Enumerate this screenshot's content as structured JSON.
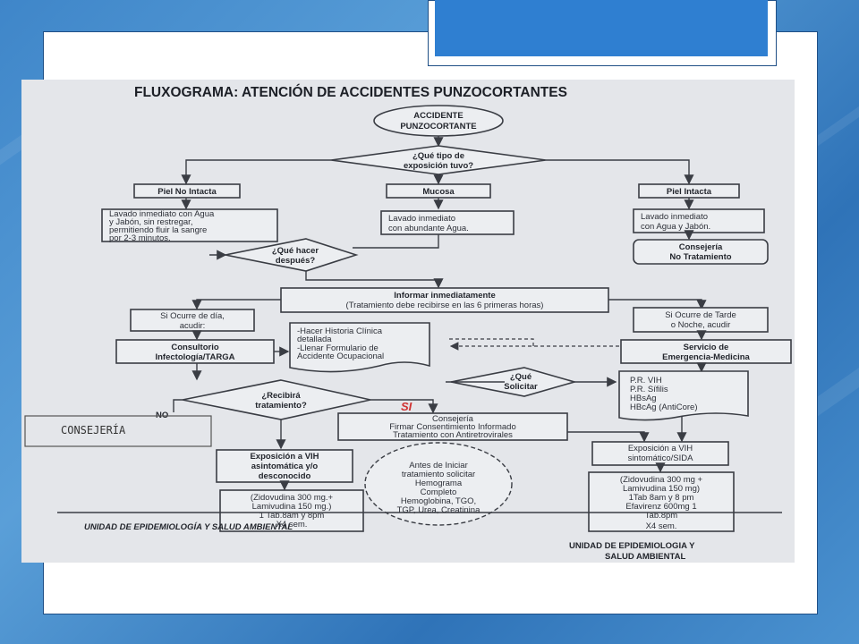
{
  "diagram": {
    "title": "FLUXOGRAMA: ATENCIÓN DE ACCIDENTES PUNZOCORTANTES",
    "start": [
      "ACCIDENTE",
      "PUNZOCORTANTE"
    ],
    "q_exposure": [
      "¿Qué tipo de",
      "exposición tuvo?"
    ],
    "branch_left": "Piel No Intacta",
    "branch_mid": "Mucosa",
    "branch_right": "Piel Intacta",
    "wash_left": [
      "Lavado inmediato con Agua",
      "y Jabón, sin restregar,",
      "permitiendo fluir la sangre",
      "por 2-3 minutos."
    ],
    "wash_mid": [
      "Lavado inmediato",
      "con abundante Agua."
    ],
    "wash_right": [
      "Lavado inmediato",
      "con Agua y Jabón."
    ],
    "counsel_no_treatment": [
      "Consejería",
      "No Tratamiento"
    ],
    "q_next": [
      "¿Qué hacer",
      "después?"
    ],
    "inform": [
      "Informar inmediatamente",
      "(Tratamiento debe recibirse en las 6 primeras horas)"
    ],
    "day": [
      "Si Ocurre de día,",
      "acudir:"
    ],
    "evening": [
      "Si Ocurre de Tarde",
      "o Noche, acudir"
    ],
    "consult": [
      "Consultorio",
      "Infectología/TARGA"
    ],
    "emergency": [
      "Servicio de",
      "Emergencia-Medicina"
    ],
    "history": [
      "-Hacer Historia Clínica",
      "detallada",
      "-Llenar Formulario de",
      "Accidente Ocupacional"
    ],
    "q_request": [
      "¿Qué",
      "Solicitar"
    ],
    "labs": [
      "P.R. VIH",
      "P.R. Sífilis",
      "HBsAg",
      "HBcAg (AntiCore)"
    ],
    "q_treatment": [
      "¿Recibirá",
      "tratamiento?"
    ],
    "no_label": "NO",
    "yes_label": "SI",
    "handwritten": "CONSEJERÍA",
    "consent": [
      "Consejería",
      "Firmar Consentimiento Informado",
      "Tratamiento con Antiretrovirales"
    ],
    "asymptomatic": [
      "Exposición a VIH",
      "asintomática y/o",
      "desconocido"
    ],
    "symptomatic": [
      "Exposición a VIH",
      "sintomático/SIDA"
    ],
    "before_start": [
      "Antes de Iniciar",
      "tratamiento solicitar",
      "Hemograma",
      "Completo",
      "Hemoglobina, TGO,",
      "TGP, Urea, Creatinina"
    ],
    "regimen_two": [
      "(Zidovudina 300 mg.+",
      "Lamivudina 150 mg.)",
      "1 Tab.8am y 8pm",
      "X4 sem."
    ],
    "regimen_three": [
      "(Zidovudina 300 mg +",
      "Lamivudina 150 mg)",
      "1Tab 8am y 8 pm",
      "Efavirenz 600mg 1",
      "Tab.8pm",
      "X4 sem."
    ],
    "footer_left": "UNIDAD DE EPIDEMIOLOGÍA Y SALUD AMBIENTAL",
    "footer_right": [
      "UNIDAD DE EPIDEMIOLOGIA Y",
      "SALUD AMBIENTAL"
    ]
  }
}
